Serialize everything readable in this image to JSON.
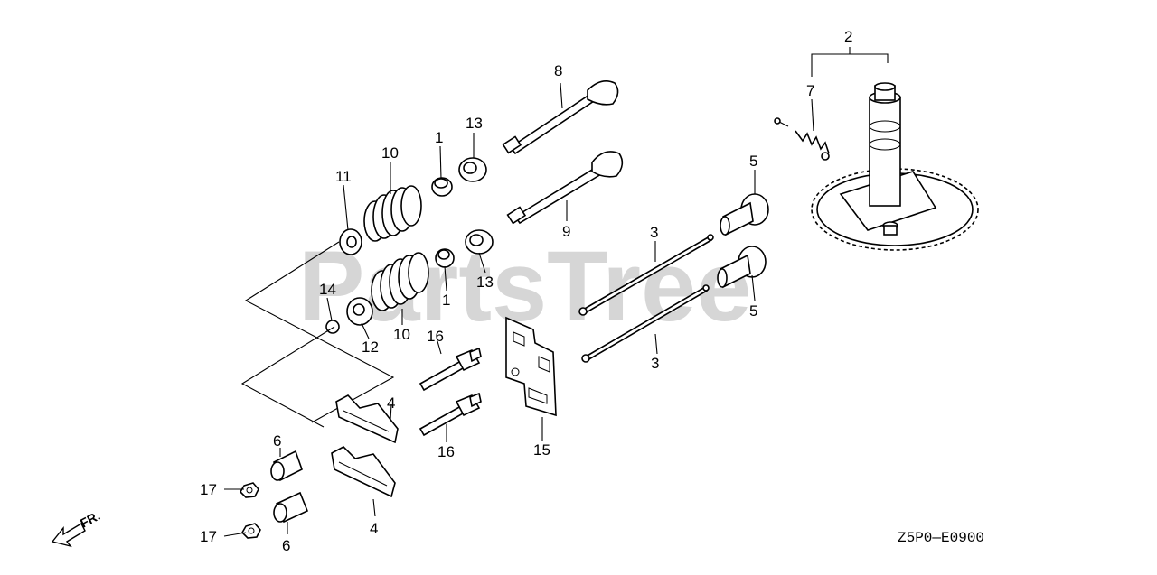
{
  "watermark": "PartsTree",
  "diagram_code": "Z5P0—E0900",
  "direction_label": "FR.",
  "callouts": {
    "c2": "2",
    "c7": "7",
    "c8": "8",
    "c13a": "13",
    "c1a": "1",
    "c10a": "10",
    "c11": "11",
    "c9": "9",
    "c5a": "5",
    "c3a": "3",
    "c13b": "13",
    "c1b": "1",
    "c14": "14",
    "c10b": "10",
    "c12": "12",
    "c16a": "16",
    "c5b": "5",
    "c3b": "3",
    "c4a": "4",
    "c15": "15",
    "c16b": "16",
    "c6a": "6",
    "c17a": "17",
    "c4b": "4",
    "c17b": "17",
    "c6b": "6"
  }
}
